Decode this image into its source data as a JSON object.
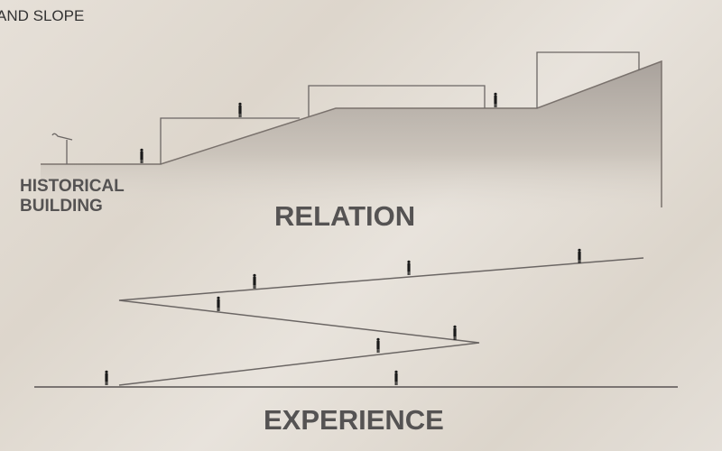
{
  "header": {
    "partial_title": "AND SLOPE"
  },
  "section_relation": {
    "left_label_line1": "HISTORICAL",
    "left_label_line2": "BUILDING",
    "title": "RELATION"
  },
  "section_experience": {
    "title": "EXPERIENCE"
  },
  "colors": {
    "line": "#6b6664",
    "text": "#555353",
    "figure": "#1a1a1a"
  }
}
